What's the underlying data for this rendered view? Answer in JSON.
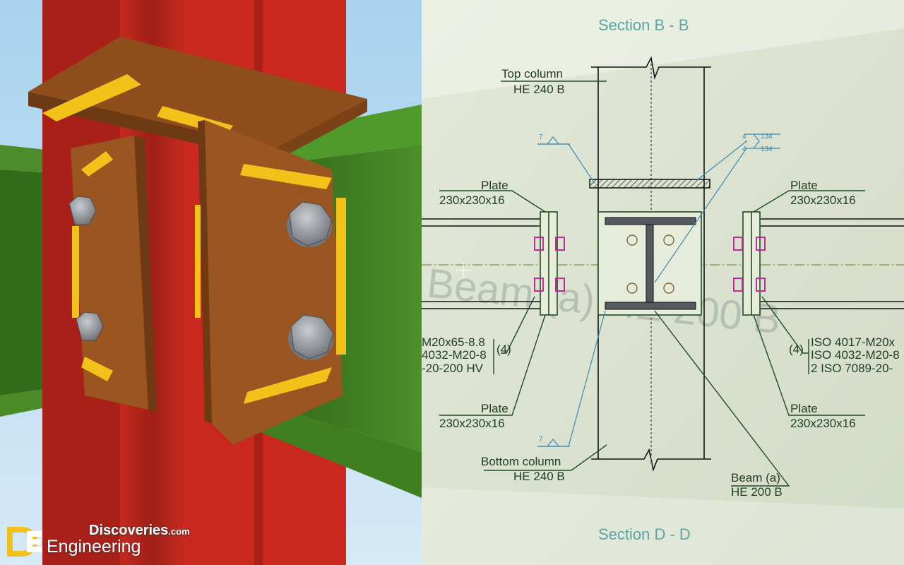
{
  "drawing": {
    "section_top": "Section B - B",
    "section_bottom": "Section D - D",
    "watermark": "Beam (a) HE 200 B",
    "labels": {
      "top_column_name": "Top column",
      "top_column_profile": "HE 240 B",
      "bottom_column_name": "Bottom column",
      "bottom_column_profile": "HE 240 B",
      "beam_name": "Beam (a)",
      "beam_profile": "HE 200 B",
      "plate_tl_name": "Plate",
      "plate_tl_size": "230x230x16",
      "plate_tr_name": "Plate",
      "plate_tr_size": "230x230x16",
      "plate_bl_name": "Plate",
      "plate_bl_size": "230x230x16",
      "plate_br_name": "Plate",
      "plate_br_size": "230x230x16"
    },
    "bolts_left": {
      "count": "(4)",
      "line1": "M20x65-8.8",
      "line2": "4032-M20-8",
      "line3": "-20-200 HV"
    },
    "bolts_right": {
      "count": "(4)",
      "line1": "ISO  4017-M20x",
      "line2": "ISO  4032-M20-8",
      "line3": "2 ISO 7089-20-"
    },
    "welds": {
      "top_left_size": "7",
      "bottom_left_size": "7",
      "right_upper_size": "4",
      "right_upper_length": "134",
      "right_lower_size": "4",
      "right_lower_length": "134"
    }
  },
  "brand": {
    "logo_letters": "DE",
    "site_name": "Discoveries",
    "site_suffix": ".com",
    "tagline": "Engineering"
  },
  "colors": {
    "column_red": "#b8231c",
    "beam_green": "#3d7a22",
    "plate_brown": "#9a5521",
    "weld_yellow": "#f2c21a",
    "bolt_grey": "#8c8f94",
    "drawing_bg": "#dfe5d3",
    "line_dark_green": "#1f4d20",
    "section_teal": "#5aa6a4"
  }
}
